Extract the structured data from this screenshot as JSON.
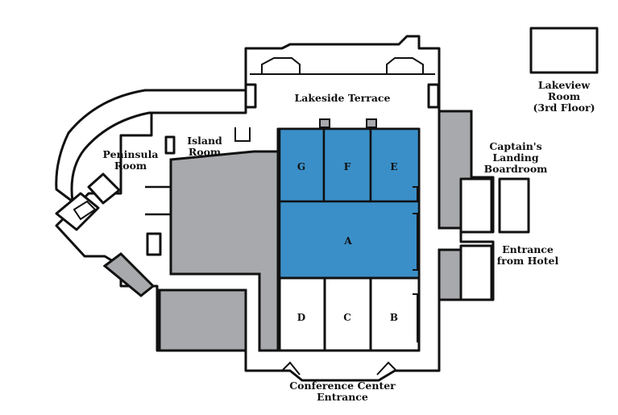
{
  "map": {
    "rooms": {
      "lakeside_terrace": "Lakeside Terrace",
      "lakeview": [
        "Lakeview",
        "Room",
        "(3rd Floor)"
      ],
      "peninsula": [
        "Peninsula",
        "Room"
      ],
      "island": [
        "Island",
        "Room"
      ],
      "captains_landing": [
        "Captain's",
        "Landing",
        "Boardroom"
      ],
      "entrance_hotel": [
        "Entrance",
        "from Hotel"
      ],
      "conference_entrance": [
        "Conference Center",
        "Entrance"
      ],
      "G": "G",
      "F": "F",
      "E": "E",
      "A": "A",
      "D": "D",
      "C": "C",
      "B": "B"
    },
    "highlighted_rooms": [
      "G",
      "F",
      "E",
      "A"
    ],
    "colors": {
      "highlight": "#3a8fc8",
      "service": "#a7a9ac",
      "wall": "#111111",
      "floor": "#ffffff"
    }
  }
}
